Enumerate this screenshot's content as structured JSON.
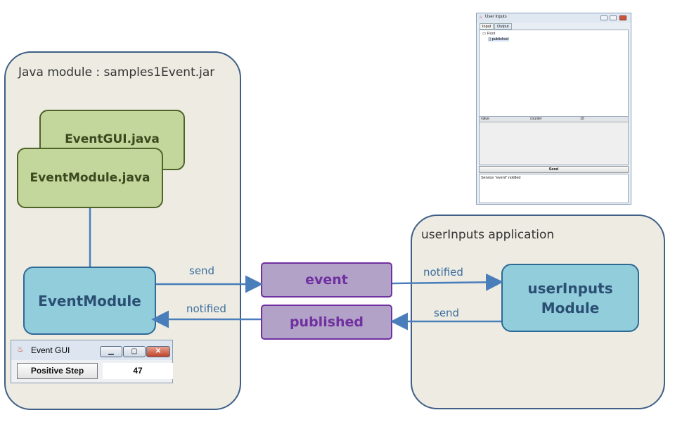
{
  "java_module": {
    "title": "Java module : samples1Event.jar",
    "files": [
      "EventGUI.java",
      "EventModule.java"
    ],
    "module_label": "EventModule"
  },
  "app_module": {
    "title": "userInputs  application",
    "module_label_line1": "userInputs",
    "module_label_line2": "Module"
  },
  "services": {
    "event": "event",
    "published": "published"
  },
  "arrows": {
    "left_send": "send",
    "left_notified": "notified",
    "right_notified": "notified",
    "right_send": "send"
  },
  "event_gui_window": {
    "title": "Event GUI",
    "button_label": "Positive Step",
    "counter_value": "47",
    "icon": "java-cup-icon"
  },
  "user_inputs_window": {
    "title": "User Inputs",
    "tabs": [
      "Input",
      "Output"
    ],
    "tree_root": "Root",
    "tree_child": "published",
    "table_headers": [
      "value",
      "counter",
      "10"
    ],
    "send_label": "Send",
    "log_message": "Service \"event\" notified"
  },
  "colors": {
    "container_bg": "#edebe2",
    "container_border": "#3f5f86",
    "file_fill": "#c3d69b",
    "module_fill": "#92cddc",
    "service_fill": "#b3a2c7",
    "service_text": "#7030a0",
    "arrow": "#4a7ebb"
  }
}
